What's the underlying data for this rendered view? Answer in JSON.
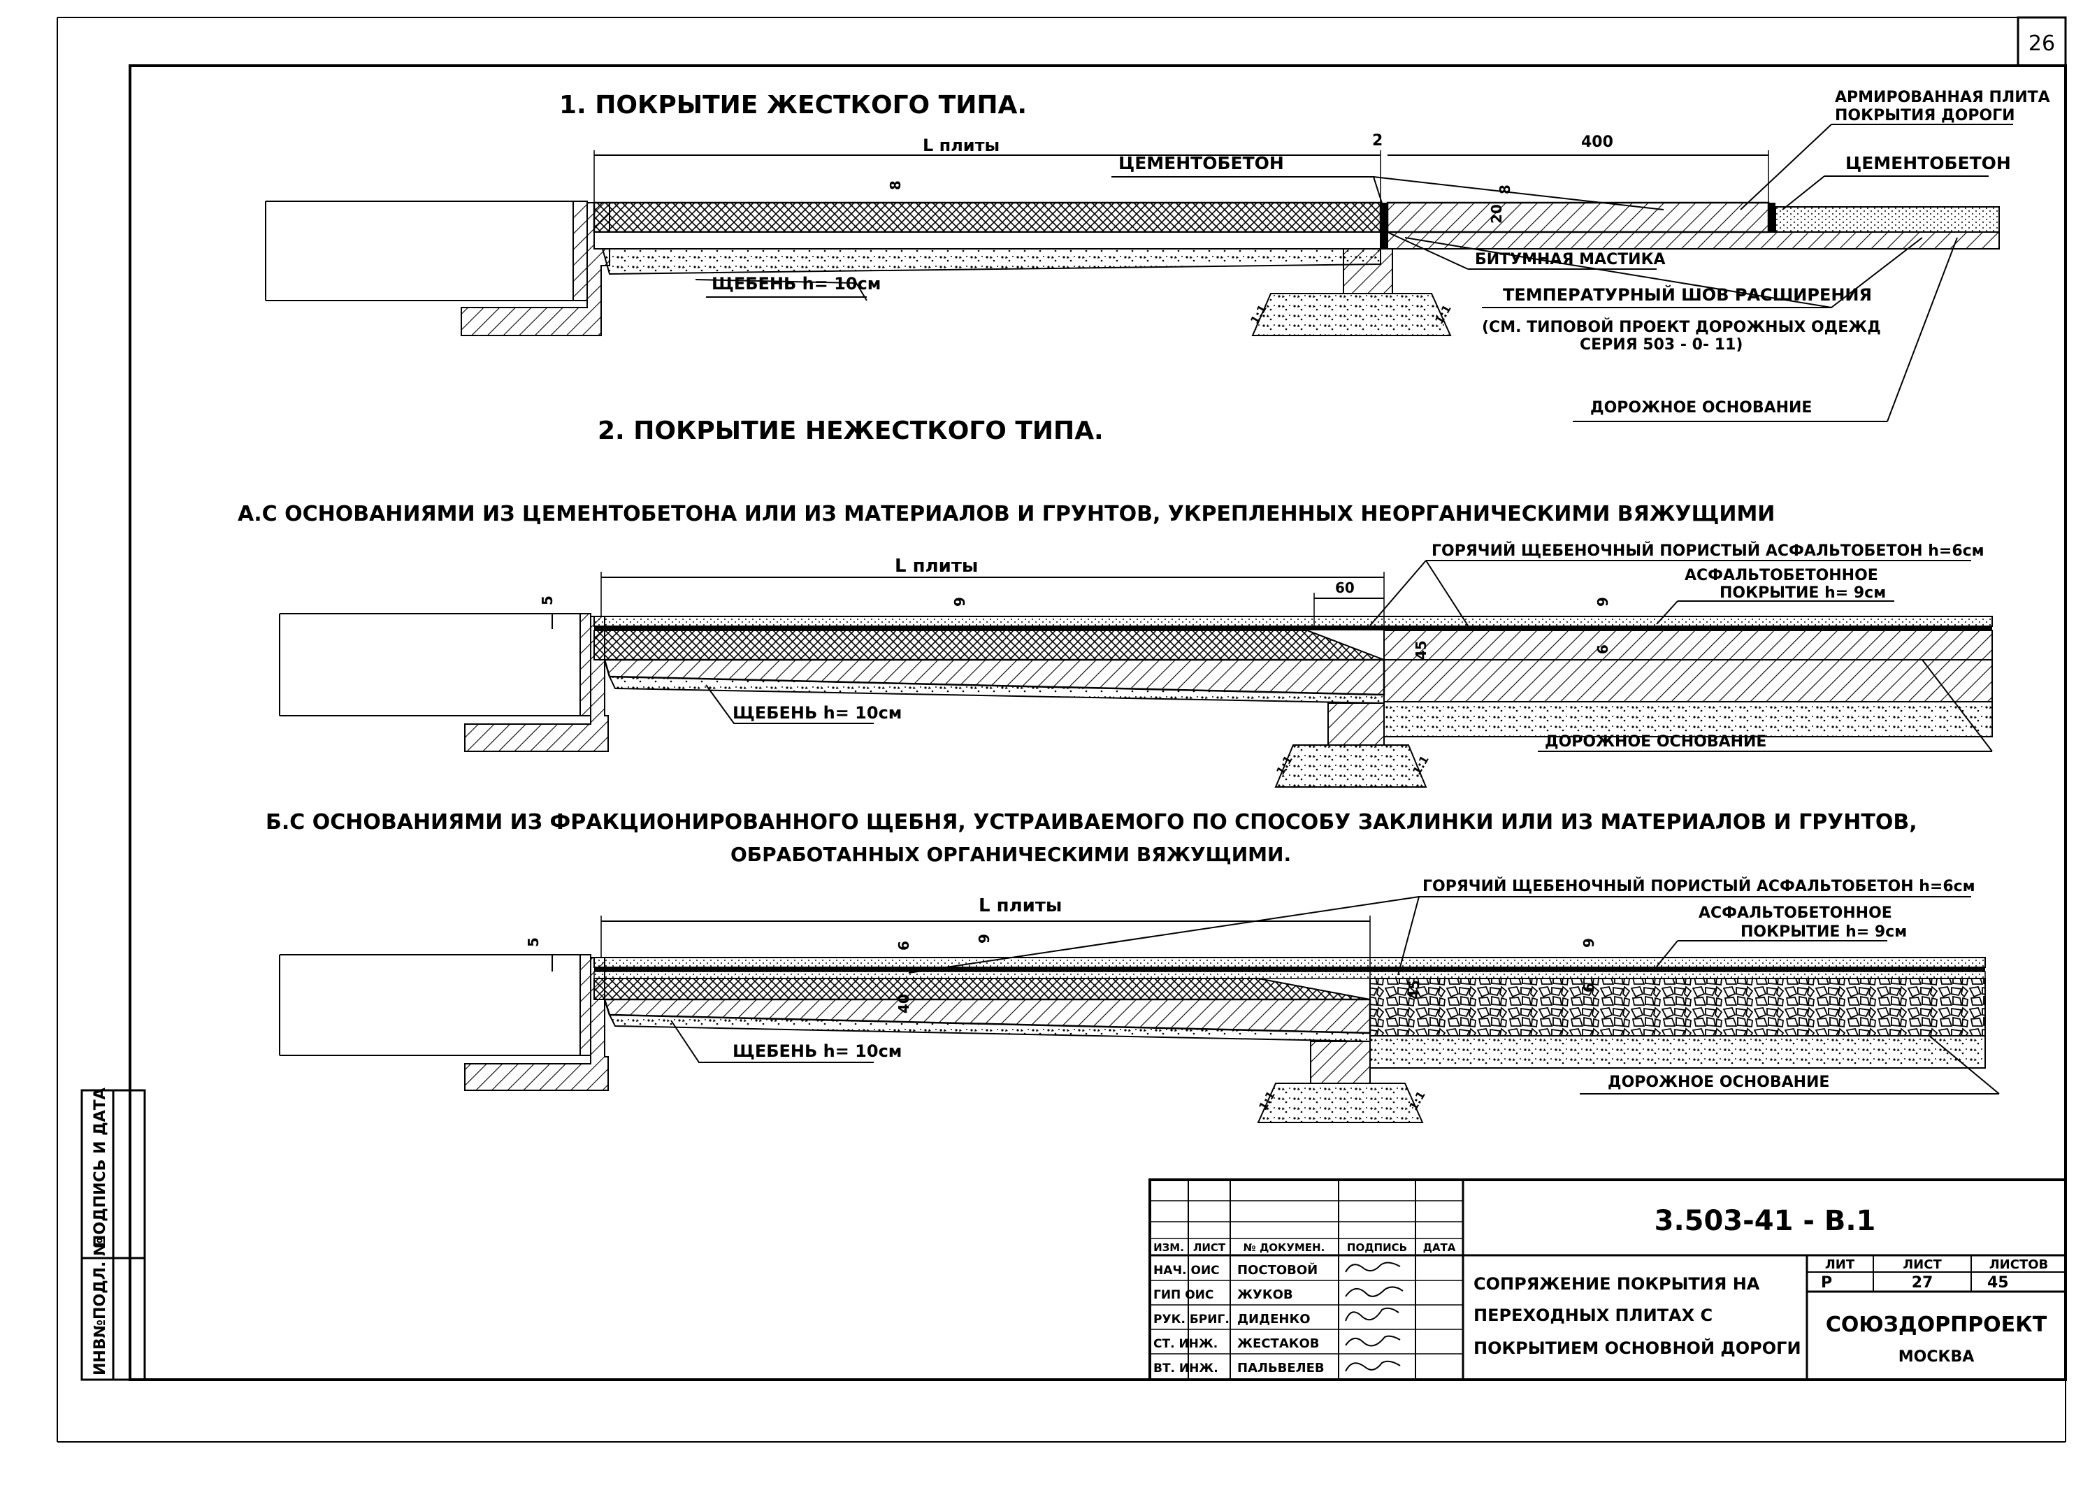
{
  "sheet_number": "26",
  "section1": {
    "title": "1. ПОКРЫТИЕ ЖЕСТКОГО ТИПА.",
    "dim_L": "L плиты",
    "dim_2": "2",
    "dim_400": "400",
    "dim_8a": "8",
    "dim_8b": "8",
    "dim_20": "20",
    "cementobeton_left": "ЦЕМЕНТОБЕТОН",
    "armirovannaya_1": "АРМИРОВАННАЯ ПЛИТА",
    "armirovannaya_2": "ПОКРЫТИЯ ДОРОГИ",
    "cementobeton_right": "ЦЕМЕНТОБЕТОН",
    "bitum": "БИТУМНАЯ МАСТИКА",
    "shov_1": "ТЕМПЕРАТУРНЫЙ ШОВ РАСШИРЕНИЯ",
    "shov_2": "(СМ. ТИПОВОЙ ПРОЕКТ ДОРОЖНЫХ ОДЕЖД",
    "shov_3": "СЕРИЯ 503 - 0- 11)",
    "scheben": "ЩЕБЕНЬ h= 10см",
    "osnovanie": "ДОРОЖНОЕ ОСНОВАНИЕ",
    "marks": [
      "1:1",
      "1:1"
    ]
  },
  "section2": {
    "title": "2. ПОКРЫТИЕ НЕЖЕСТКОГО ТИПА."
  },
  "sectionA": {
    "title": "А.С ОСНОВАНИЯМИ ИЗ ЦЕМЕНТОБЕТОНА ИЛИ ИЗ МАТЕРИАЛОВ И ГРУНТОВ, УКРЕПЛЕННЫХ НЕОРГАНИЧЕСКИМИ ВЯЖУЩИМИ",
    "dim_L": "L плиты",
    "dim_60": "60",
    "dim_5": "5",
    "dim_9a": "9",
    "dim_9b": "9",
    "dim_45": "45",
    "dim_6": "6",
    "goryachiy": "ГОРЯЧИЙ ЩЕБЕНОЧНЫЙ ПОРИСТЫЙ АСФАЛЬТОБЕТОН h=6см",
    "asfalt_1": "АСФАЛЬТОБЕТОННОЕ",
    "asfalt_2": "ПОКРЫТИЕ h= 9см",
    "scheben": "ЩЕБЕНЬ h= 10см",
    "osnovanie": "ДОРОЖНОЕ ОСНОВАНИЕ",
    "marks": [
      "1:1",
      "1:1"
    ]
  },
  "sectionB": {
    "title_1": "Б.С ОСНОВАНИЯМИ ИЗ ФРАКЦИОНИРОВАННОГО ЩЕБНЯ, УСТРАИВАЕМОГО ПО СПОСОБУ ЗАКЛИНКИ ИЛИ ИЗ МАТЕРИАЛОВ И ГРУНТОВ,",
    "title_2": "ОБРАБОТАННЫХ ОРГАНИЧЕСКИМИ ВЯЖУЩИМИ.",
    "dim_L": "L плиты",
    "dim_5": "5",
    "dim_6a": "6",
    "dim_9a": "9",
    "dim_9b": "9",
    "dim_40": "40",
    "dim_45": "45",
    "dim_6b": "6",
    "goryachiy": "ГОРЯЧИЙ ЩЕБЕНОЧНЫЙ ПОРИСТЫЙ АСФАЛЬТОБЕТОН h=6см",
    "asfalt_1": "АСФАЛЬТОБЕТОННОЕ",
    "asfalt_2": "ПОКРЫТИЕ h= 9см",
    "scheben": "ЩЕБЕНЬ h= 10см",
    "osnovanie": "ДОРОЖНОЕ ОСНОВАНИЕ",
    "marks": [
      "1:1",
      "1:1"
    ]
  },
  "side_stamp": {
    "label_1": "ПОДПИСЬ И ДАТА",
    "label_2": "ИНВ№ПОДЛ. №"
  },
  "title_block": {
    "code": "3.503-41 - В.1",
    "head": [
      "ИЗМ.",
      "ЛИСТ",
      "№ ДОКУМЕН.",
      "ПОДПИСЬ",
      "ДАТА"
    ],
    "rows": [
      {
        "role": "НАЧ. ОИС",
        "name": "ПОСТОВОЙ"
      },
      {
        "role": "ГИП ОИС",
        "name": "ЖУКОВ"
      },
      {
        "role": "РУК. БРИГ.",
        "name": "ДИДЕНКО"
      },
      {
        "role": "СТ. ИНЖ.",
        "name": "ЖЕСТАКОВ"
      },
      {
        "role": "ВТ. ИНЖ.",
        "name": "ПАЛЬВЕЛЕВ"
      }
    ],
    "name_1": "СОПРЯЖЕНИЕ ПОКРЫТИЯ НА",
    "name_2": "ПЕРЕХОДНЫХ ПЛИТАХ С",
    "name_3": "ПОКРЫТИЕМ ОСНОВНОЙ ДОРОГИ",
    "lit_h": "ЛИТ",
    "list_h": "ЛИСТ",
    "listov_h": "ЛИСТОВ",
    "lit_v": "Р",
    "list_v": "27",
    "listov_v": "45",
    "org": "СОЮЗДОРПРОЕКТ",
    "city": "МОСКВА"
  }
}
